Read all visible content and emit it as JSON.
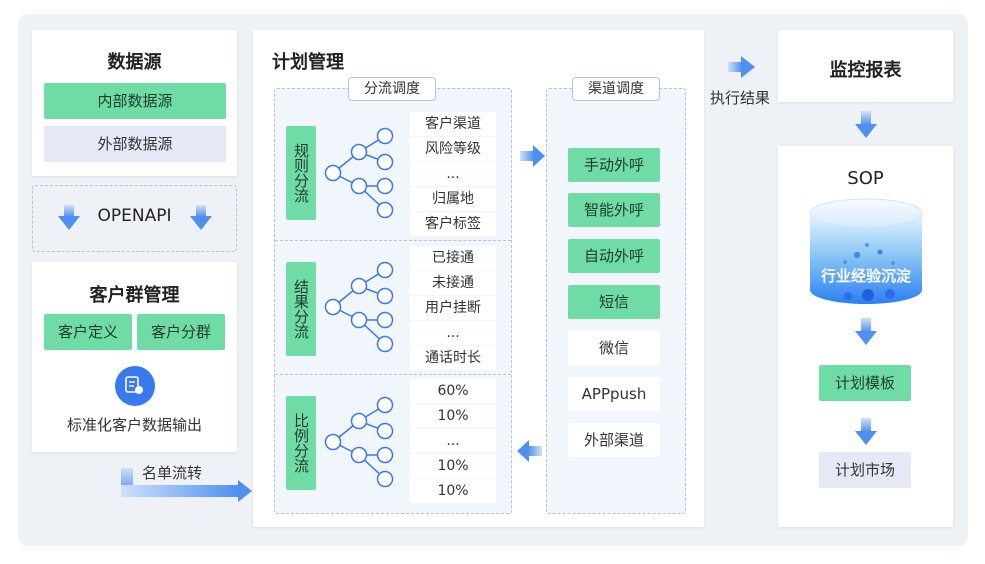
{
  "datasource": {
    "title": "数据源",
    "internal": "内部数据源",
    "external": "外部数据源"
  },
  "openapi": "OPENAPI",
  "customer_group": {
    "title": "客户群管理",
    "define": "客户定义",
    "segment": "客户分群",
    "output": "标准化客户数据输出"
  },
  "list_flow": "名单流转",
  "plan": {
    "title": "计划管理",
    "split_tag": "分流调度",
    "channel_tag": "渠道调度"
  },
  "rule_split": {
    "label": "规则分流",
    "leaves": [
      "客户渠道",
      "风险等级",
      "...",
      "归属地",
      "客户标签"
    ]
  },
  "result_split": {
    "label": "结果分流",
    "leaves": [
      "已接通",
      "未接通",
      "用户挂断",
      "...",
      "通话时长"
    ]
  },
  "ratio_split": {
    "label": "比例分流",
    "leaves": [
      "60%",
      "10%",
      "...",
      "10%",
      "10%"
    ]
  },
  "channels": [
    "手动外呼",
    "智能外呼",
    "自动外呼",
    "短信",
    "微信",
    "APPpush",
    "外部渠道"
  ],
  "exec_result": "执行结果",
  "monitor": "监控报表",
  "sop": {
    "title": "SOP",
    "cylinder": "行业经验沉淀",
    "template": "计划模板",
    "market": "计划市场"
  }
}
